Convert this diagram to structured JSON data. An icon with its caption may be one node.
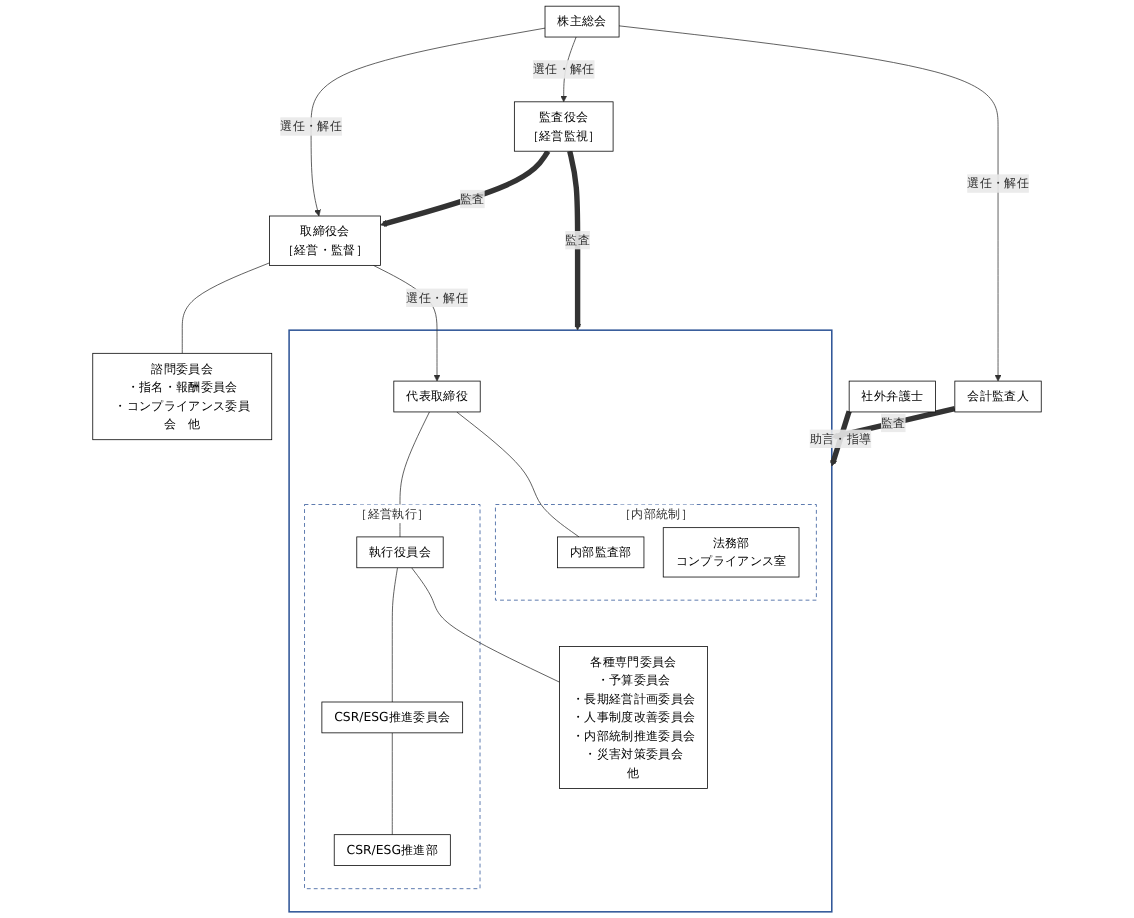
{
  "diagram": {
    "nodes": [
      {
        "text": [
          "株主総会"
        ]
      },
      {
        "text": [
          "取締役会",
          "［経営・監督］"
        ]
      },
      {
        "text": [
          "監査役会",
          "［経営監視］"
        ]
      },
      {
        "text": [
          "会計監査人"
        ]
      },
      {
        "text": [
          "諮問委員会",
          "・指名・報酬委員会",
          "・コンプライアンス委員会　他"
        ]
      },
      {
        "text": [],
        "shape": "box"
      },
      {
        "text": [
          "代表取締役"
        ],
        "in": 5
      },
      {
        "text": [
          "［経営執行］"
        ],
        "in": 5
      },
      {
        "text": [
          "［内部統制］"
        ],
        "in": 5
      },
      {
        "text": [
          "執行役員会"
        ],
        "in": 7
      },
      {
        "text": [
          "CSR/ESG推進委員会"
        ],
        "in": 7
      },
      {
        "text": [
          "CSR/ESG推進部"
        ],
        "in": 7
      },
      {
        "text": [
          "各種専門委員会",
          "・予算委員会",
          "・長期経営計画委員会",
          "・人事制度改善委員会",
          "・内部統制推進委員会",
          "・災害対策委員会",
          "他"
        ],
        "in": 5
      },
      {
        "text": [
          "内部監査部"
        ],
        "in": 8
      },
      {
        "text": [
          "法務部",
          "コンプライアンス室"
        ],
        "in": 8
      },
      {
        "text": [
          "社外弁護士"
        ]
      }
    ],
    "edges": [
      {
        "from": 0,
        "to": 1,
        "arrow": "to",
        "label": "選任・解任"
      },
      {
        "from": 0,
        "to": 2,
        "arrow": "to",
        "label": "選任・解任"
      },
      {
        "from": 0,
        "to": 3,
        "arrow": "to",
        "label": "選任・解任"
      },
      {
        "from": 2,
        "to": 1,
        "arrow": "to",
        "label": "監査",
        "style": "thick"
      },
      {
        "from": 1,
        "to": 4,
        "arrow": "none"
      },
      {
        "from": 1,
        "to": 6,
        "arrow": "to",
        "label": "選任・解任"
      },
      {
        "from": 2,
        "to": 5,
        "arrow": "to",
        "label": "監査",
        "style": "thick"
      },
      {
        "from": 3,
        "to": 5,
        "arrow": "to",
        "label": "監査",
        "style": "thick"
      },
      {
        "from": 15,
        "to": 5,
        "arrow": "to",
        "label": "助言・指導",
        "style": "thick"
      },
      {
        "from": 6,
        "to": 9,
        "arrow": "none"
      },
      {
        "from": 6,
        "to": 13,
        "arrow": "none"
      },
      {
        "from": 9,
        "to": 10,
        "arrow": "none"
      },
      {
        "from": 9,
        "to": 12,
        "arrow": "none"
      },
      {
        "from": 10,
        "to": 11,
        "arrow": "none"
      }
    ]
  }
}
